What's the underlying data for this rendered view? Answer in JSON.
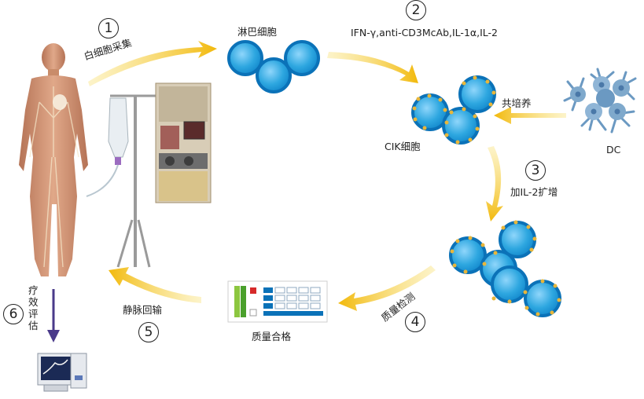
{
  "steps": {
    "s1": {
      "num": "1",
      "label": "白细胞采集"
    },
    "s2": {
      "num": "2",
      "label": "IFN-γ,anti-CD3McAb,IL-1α,IL-2"
    },
    "s3": {
      "num": "3",
      "label": "加IL-2扩增"
    },
    "s4": {
      "num": "4",
      "label": "质量检测"
    },
    "s5": {
      "num": "5",
      "label": "静脉回输"
    },
    "s6": {
      "num": "6",
      "label_chars": [
        "疗",
        "效",
        "评",
        "估"
      ]
    }
  },
  "cells": {
    "lymphocyte_label": "淋巴细胞",
    "cik_label": "CIK细胞",
    "dc_label": "DC",
    "coculture_label": "共培养",
    "quality_label": "质量合格"
  },
  "colors": {
    "arrow": "#f4c21c",
    "cell_fill": "#2ea7e0",
    "cell_ring": "#0b72b8",
    "cik_dot": "#e8b63a",
    "dc_body": "#7fa9cc",
    "person": "#c98c6a",
    "outcome_arrow": "#4a3a8a"
  }
}
